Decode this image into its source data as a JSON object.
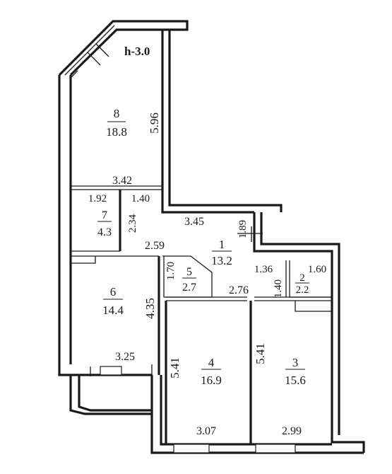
{
  "ceiling_height": "h-3.0",
  "rooms": [
    {
      "id": "8",
      "number": "8",
      "area": "18.8"
    },
    {
      "id": "7",
      "number": "7",
      "area": "4.3"
    },
    {
      "id": "6",
      "number": "6",
      "area": "14.4"
    },
    {
      "id": "5",
      "number": "5",
      "area": "2.7"
    },
    {
      "id": "1",
      "number": "1",
      "area": "13.2"
    },
    {
      "id": "2",
      "number": "2",
      "area": "2.2"
    },
    {
      "id": "4",
      "number": "4",
      "area": "16.9"
    },
    {
      "id": "3",
      "number": "3",
      "area": "15.6"
    }
  ],
  "dimensions": [
    {
      "id": "room8-height",
      "value": "5.96"
    },
    {
      "id": "room8-width",
      "value": "3.42"
    },
    {
      "id": "room7-width",
      "value": "1.92"
    },
    {
      "id": "corridor-width",
      "value": "1.40"
    },
    {
      "id": "corridor-height",
      "value": "2.34"
    },
    {
      "id": "hall-upper-width",
      "value": "3.45"
    },
    {
      "id": "hall-right-height",
      "value": "1.89"
    },
    {
      "id": "hall-lower-width",
      "value": "2.59"
    },
    {
      "id": "room5-height",
      "value": "1.70"
    },
    {
      "id": "room2-left-width",
      "value": "1.36"
    },
    {
      "id": "room2-width",
      "value": "1.60"
    },
    {
      "id": "room2-height",
      "value": "1.40"
    },
    {
      "id": "hall-bottom-width",
      "value": "2.76"
    },
    {
      "id": "room6-height",
      "value": "4.35"
    },
    {
      "id": "room6-width",
      "value": "3.25"
    },
    {
      "id": "room4-height",
      "value": "5.41"
    },
    {
      "id": "room3-height",
      "value": "5.41"
    },
    {
      "id": "room4-width",
      "value": "3.07"
    },
    {
      "id": "room3-width",
      "value": "2.99"
    }
  ]
}
